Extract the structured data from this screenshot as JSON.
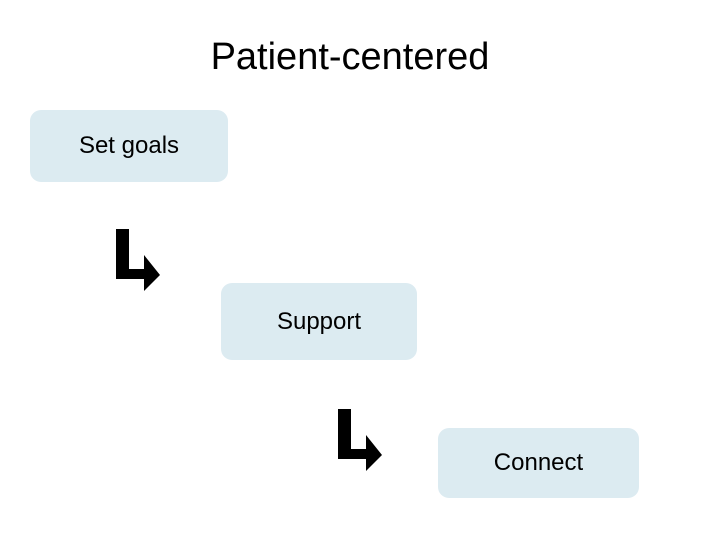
{
  "slide": {
    "title": "Patient-centered",
    "background_color": "#ffffff",
    "box_fill_color": "#dcebf1",
    "text_color": "#000000",
    "arrow_color": "#000000"
  },
  "steps": [
    {
      "label": "Set goals"
    },
    {
      "label": "Support"
    },
    {
      "label": "Connect"
    }
  ],
  "connectors": [
    {
      "icon": "elbow-arrow-down-right-icon",
      "from": "Set goals",
      "to": "Support"
    },
    {
      "icon": "elbow-arrow-down-right-icon",
      "from": "Support",
      "to": "Connect"
    }
  ]
}
